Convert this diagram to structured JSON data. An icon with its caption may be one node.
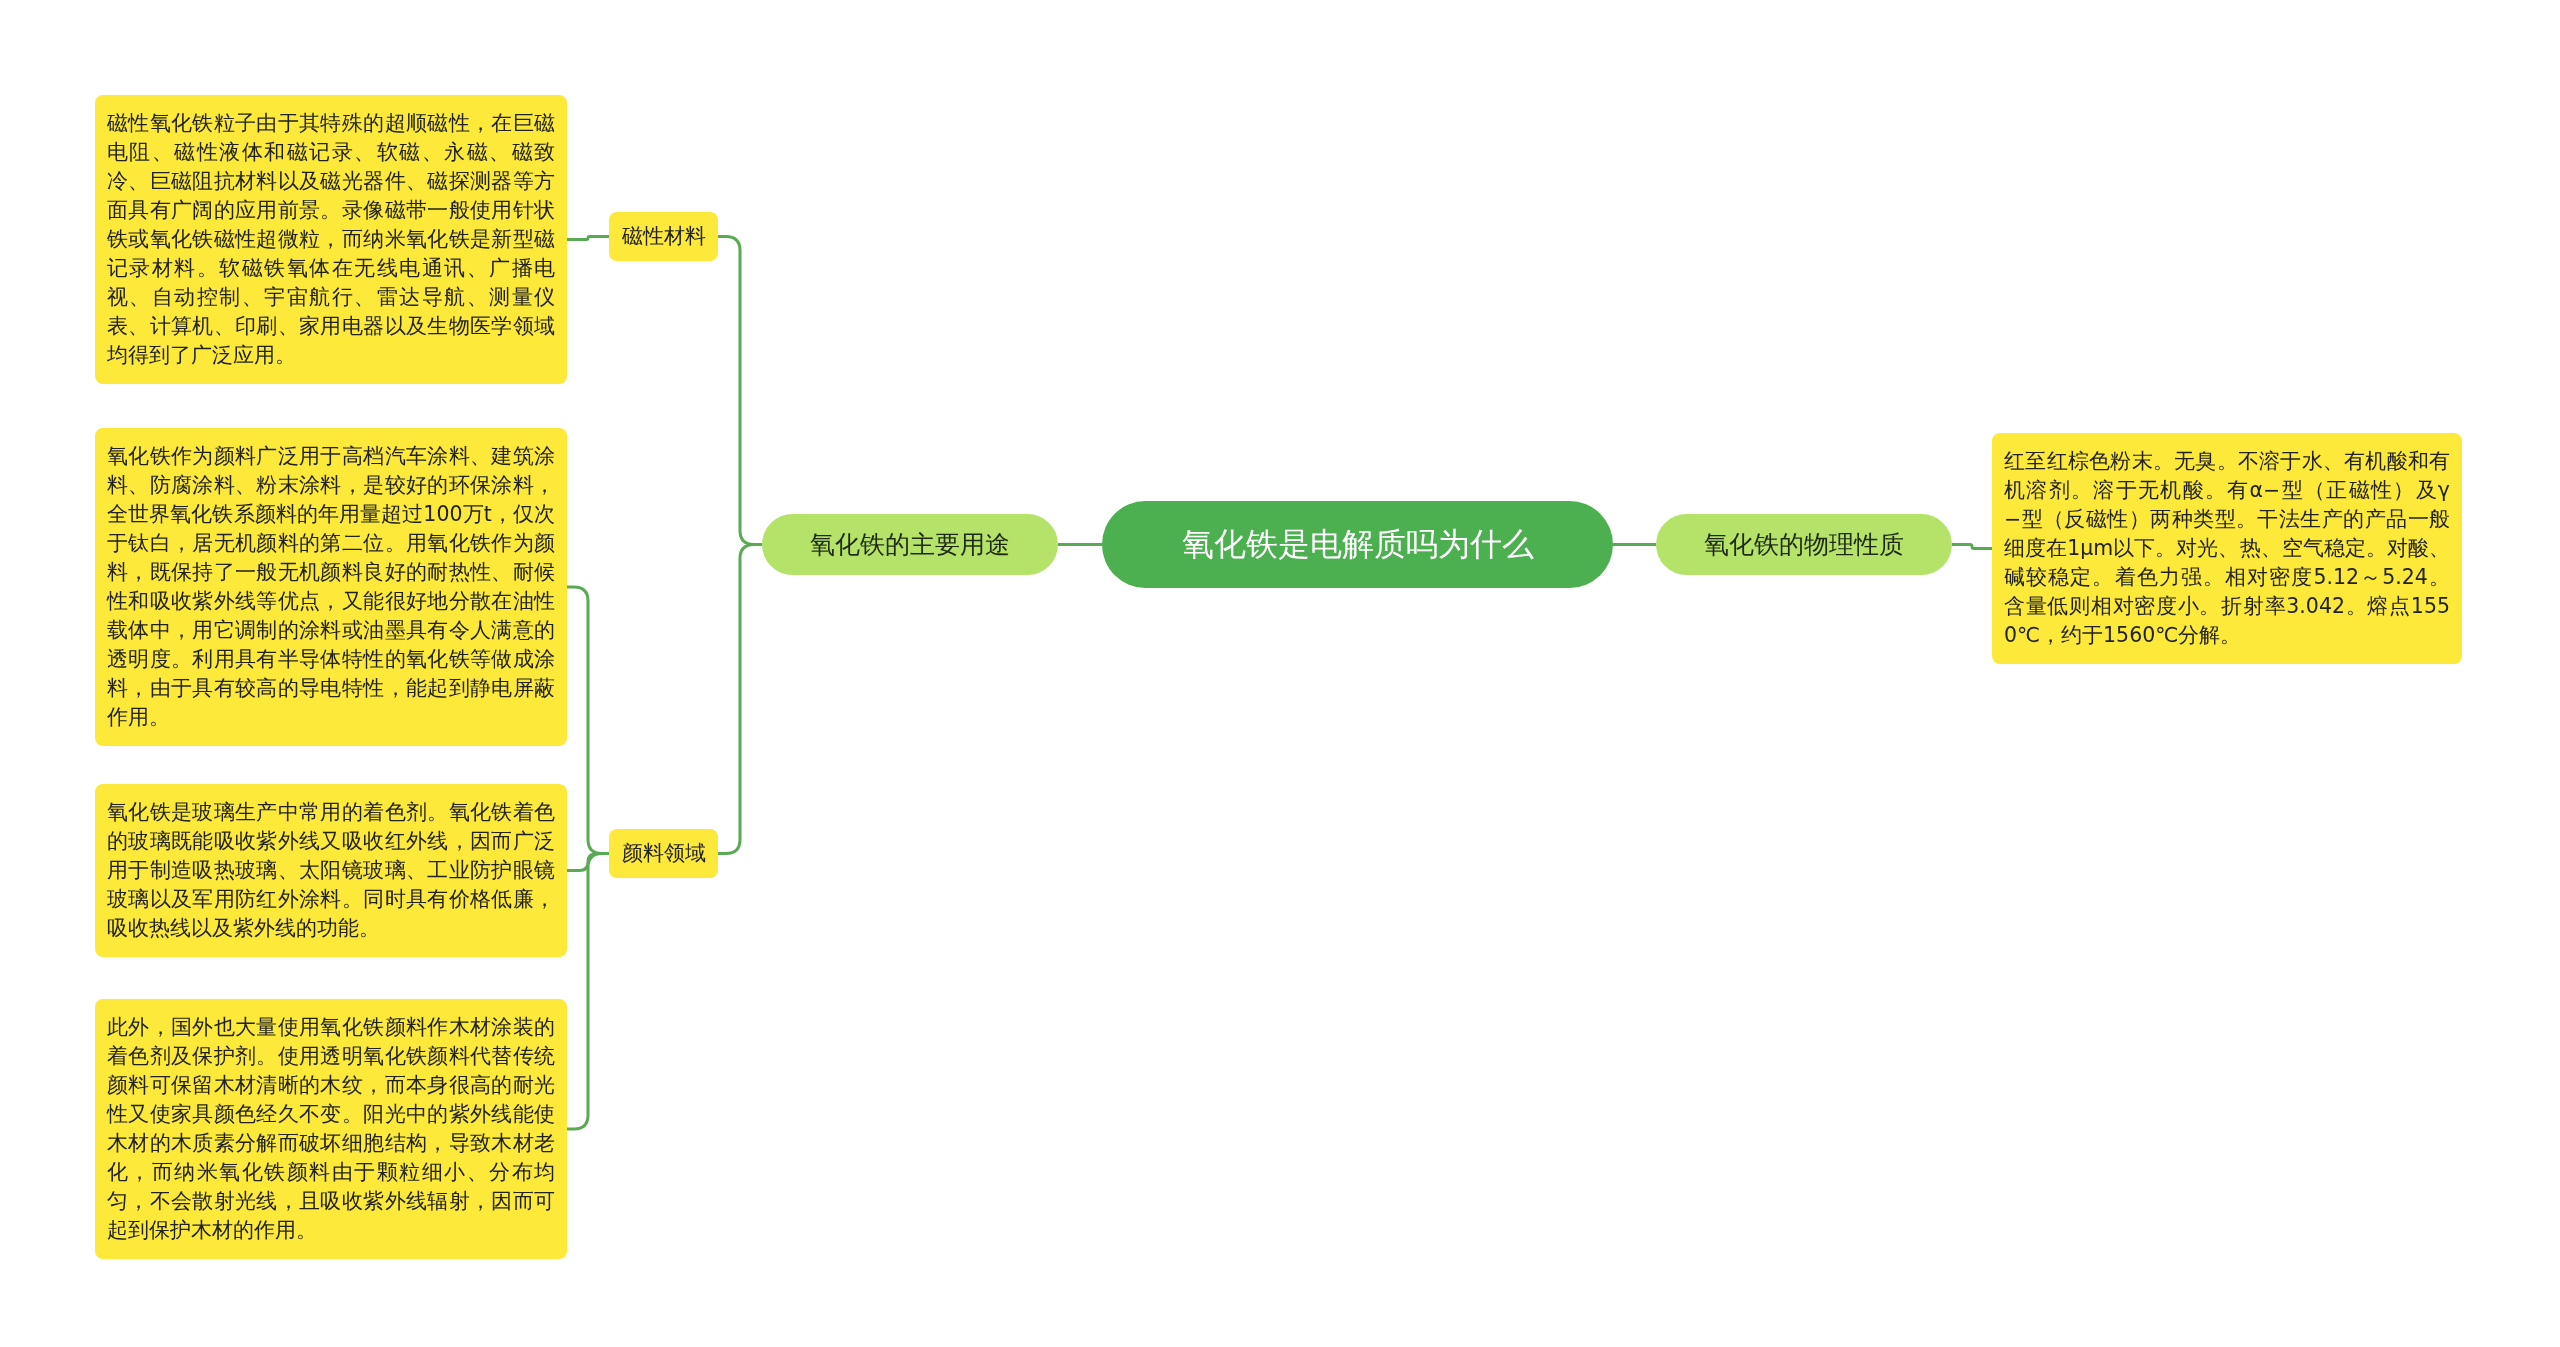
{
  "diagram": {
    "nodes": [
      {
        "text": [
          "氧化铁是电解质吗为什么"
        ]
      },
      {
        "text": [
          "氧化铁的主要用途"
        ]
      },
      {
        "text": [
          "磁性材料"
        ]
      },
      {
        "text": [
          "磁性氧化铁粒子由于其特殊的超顺磁性，在巨磁电阻、磁性液体和磁记录、软磁、永磁、磁致冷、巨磁阻抗材料以及磁光器件、磁探测器等方面具有广阔的应用前景。录像磁带一般使用针状铁或氧化铁磁性超微粒，而纳米氧化铁是新型磁记录材料。软磁铁氧体在无线电通讯、广播电视、自动控制、宇宙航行、雷达导航、测量仪表、计算机、印刷、家用电器以及生物医学领域均得到了广泛应用。"
        ]
      },
      {
        "text": [
          "颜料领域"
        ]
      },
      {
        "text": [
          "氧化铁作为颜料广泛用于高档汽车涂料、建筑涂料、防腐涂料、粉末涂料，是较好的环保涂料，全世界氧化铁系颜料的年用量超过100万t，仅次于钛白，居无机颜料的第二位。用氧化铁作为颜料，既保持了一般无机颜料良好的耐热性、耐候性和吸收紫外线等优点，又能很好地分散在油性载体中，用它调制的涂料或油墨具有令人满意的透明度。利用具有半导体特性的氧化铁等做成涂料，由于具有较高的导电特性，能起到静电屏蔽作用。"
        ]
      },
      {
        "text": [
          "氧化铁是玻璃生产中常用的着色剂。氧化铁着色的玻璃既能吸收紫外线又吸收红外线，因而广泛用于制造吸热玻璃、太阳镜玻璃、工业防护眼镜玻璃以及军用防红外涂料。同时具有价格低廉，吸收热线以及紫外线的功能。"
        ]
      },
      {
        "text": [
          "此外，国外也大量使用氧化铁颜料作木材涂装的着色剂及保护剂。使用透明氧化铁颜料代替传统颜料可保留木材清晰的木纹，而本身很高的耐光性又使家具颜色经久不变。阳光中的紫外线能使木材的木质素分解而破坏细胞结构，导致木材老化，而纳米氧化铁颜料由于颗粒细小、分布均匀，不会散射光线，且吸收紫外线辐射，因而可起到保护木材的作用。"
        ]
      },
      {
        "text": [
          "氧化铁的物理性质"
        ]
      },
      {
        "text": [
          "红至红棕色粉末。无臭。不溶于水、有机酸和有机溶剂。溶于无机酸。有α−型（正磁性）及γ−型（反磁性）两种类型。干法生产的产品一般细度在1μm以下。对光、热、空气稳定。对酸、碱较稳定。着色力强。相对密度5.12～5.24。含量低则相对密度小。折射率3.042。熔点1550℃，约于1560℃分解。"
        ]
      }
    ],
    "edges": [
      {
        "from": 0,
        "to": 1,
        "arrow": "none"
      },
      {
        "from": 1,
        "to": 2,
        "arrow": "none"
      },
      {
        "from": 2,
        "to": 3,
        "arrow": "none"
      },
      {
        "from": 1,
        "to": 4,
        "arrow": "none"
      },
      {
        "from": 4,
        "to": 5,
        "arrow": "none"
      },
      {
        "from": 4,
        "to": 6,
        "arrow": "none"
      },
      {
        "from": 4,
        "to": 7,
        "arrow": "none"
      },
      {
        "from": 0,
        "to": 8,
        "arrow": "none"
      },
      {
        "from": 8,
        "to": 9,
        "arrow": "none"
      }
    ]
  }
}
